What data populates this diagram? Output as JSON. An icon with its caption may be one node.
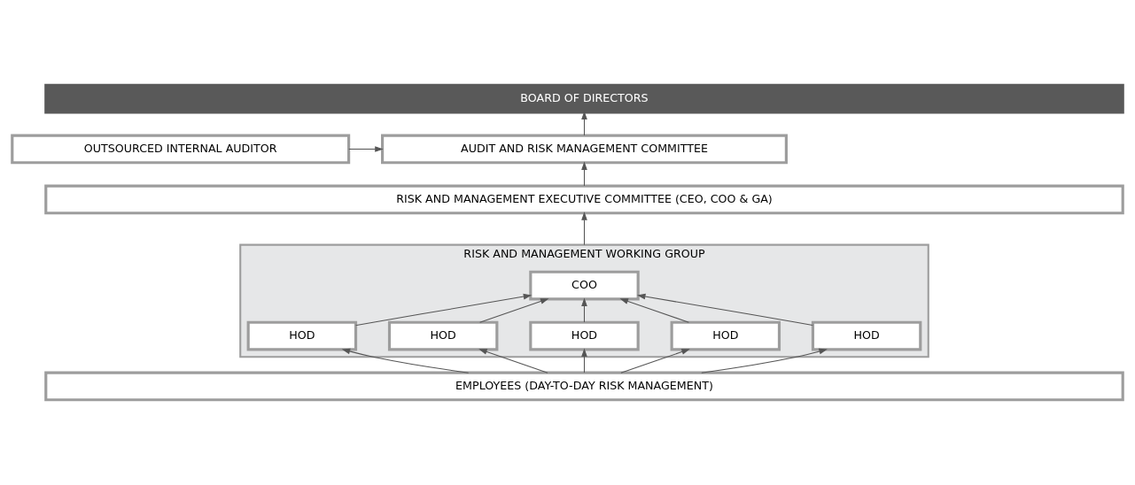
{
  "diagram": {
    "nodes": [
      {
        "text": [
          "BOARD OF DIRECTORS"
        ]
      },
      {
        "text": [
          "AUDIT AND RISK MANAGEMENT COMMITTEE"
        ]
      },
      {
        "text": [
          "OUTSOURCED INTERNAL AUDITOR"
        ]
      },
      {
        "text": [
          "RISK AND MANAGEMENT EXECUTIVE COMMITTEE (CEO, COO & GA)"
        ]
      },
      {
        "text": [
          "RISK AND MANAGEMENT WORKING GROUP"
        ]
      },
      {
        "text": [
          "COO"
        ],
        "in": 4
      },
      {
        "text": [
          "HOD"
        ],
        "in": 4
      },
      {
        "text": [
          "HOD"
        ],
        "in": 4
      },
      {
        "text": [
          "HOD"
        ],
        "in": 4
      },
      {
        "text": [
          "HOD"
        ],
        "in": 4
      },
      {
        "text": [
          "HOD"
        ],
        "in": 4
      },
      {
        "text": [
          "EMPLOYEES (DAY-TO-DAY RISK MANAGEMENT)"
        ]
      }
    ],
    "edges": [
      {
        "from": 1,
        "to": 0,
        "arrow": "to"
      },
      {
        "from": 2,
        "to": 1,
        "arrow": "to"
      },
      {
        "from": 3,
        "to": 1,
        "arrow": "to"
      },
      {
        "from": 4,
        "to": 3,
        "arrow": "to"
      },
      {
        "from": 6,
        "to": 5,
        "arrow": "to"
      },
      {
        "from": 7,
        "to": 5,
        "arrow": "to"
      },
      {
        "from": 8,
        "to": 5,
        "arrow": "to"
      },
      {
        "from": 9,
        "to": 5,
        "arrow": "to"
      },
      {
        "from": 10,
        "to": 5,
        "arrow": "to"
      },
      {
        "from": 11,
        "to": 6,
        "arrow": "to"
      },
      {
        "from": 11,
        "to": 7,
        "arrow": "to"
      },
      {
        "from": 11,
        "to": 8,
        "arrow": "to"
      },
      {
        "from": 11,
        "to": 9,
        "arrow": "to"
      },
      {
        "from": 11,
        "to": 10,
        "arrow": "to"
      }
    ]
  }
}
